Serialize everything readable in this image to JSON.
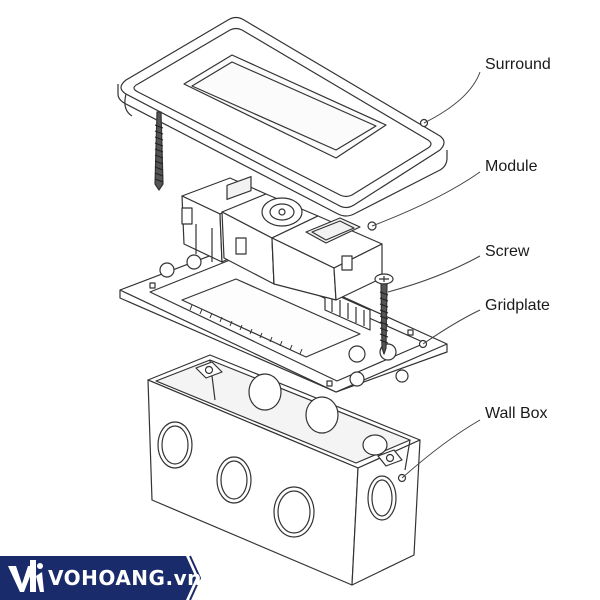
{
  "labels": {
    "surround": "Surround",
    "module": "Module",
    "screw": "Screw",
    "gridplate": "Gridplate",
    "wall_box": "Wall Box"
  },
  "brand": {
    "name": "VOHOANG.vn",
    "logo_icon": "vh-logo-icon",
    "color": "#1a2b6b"
  }
}
